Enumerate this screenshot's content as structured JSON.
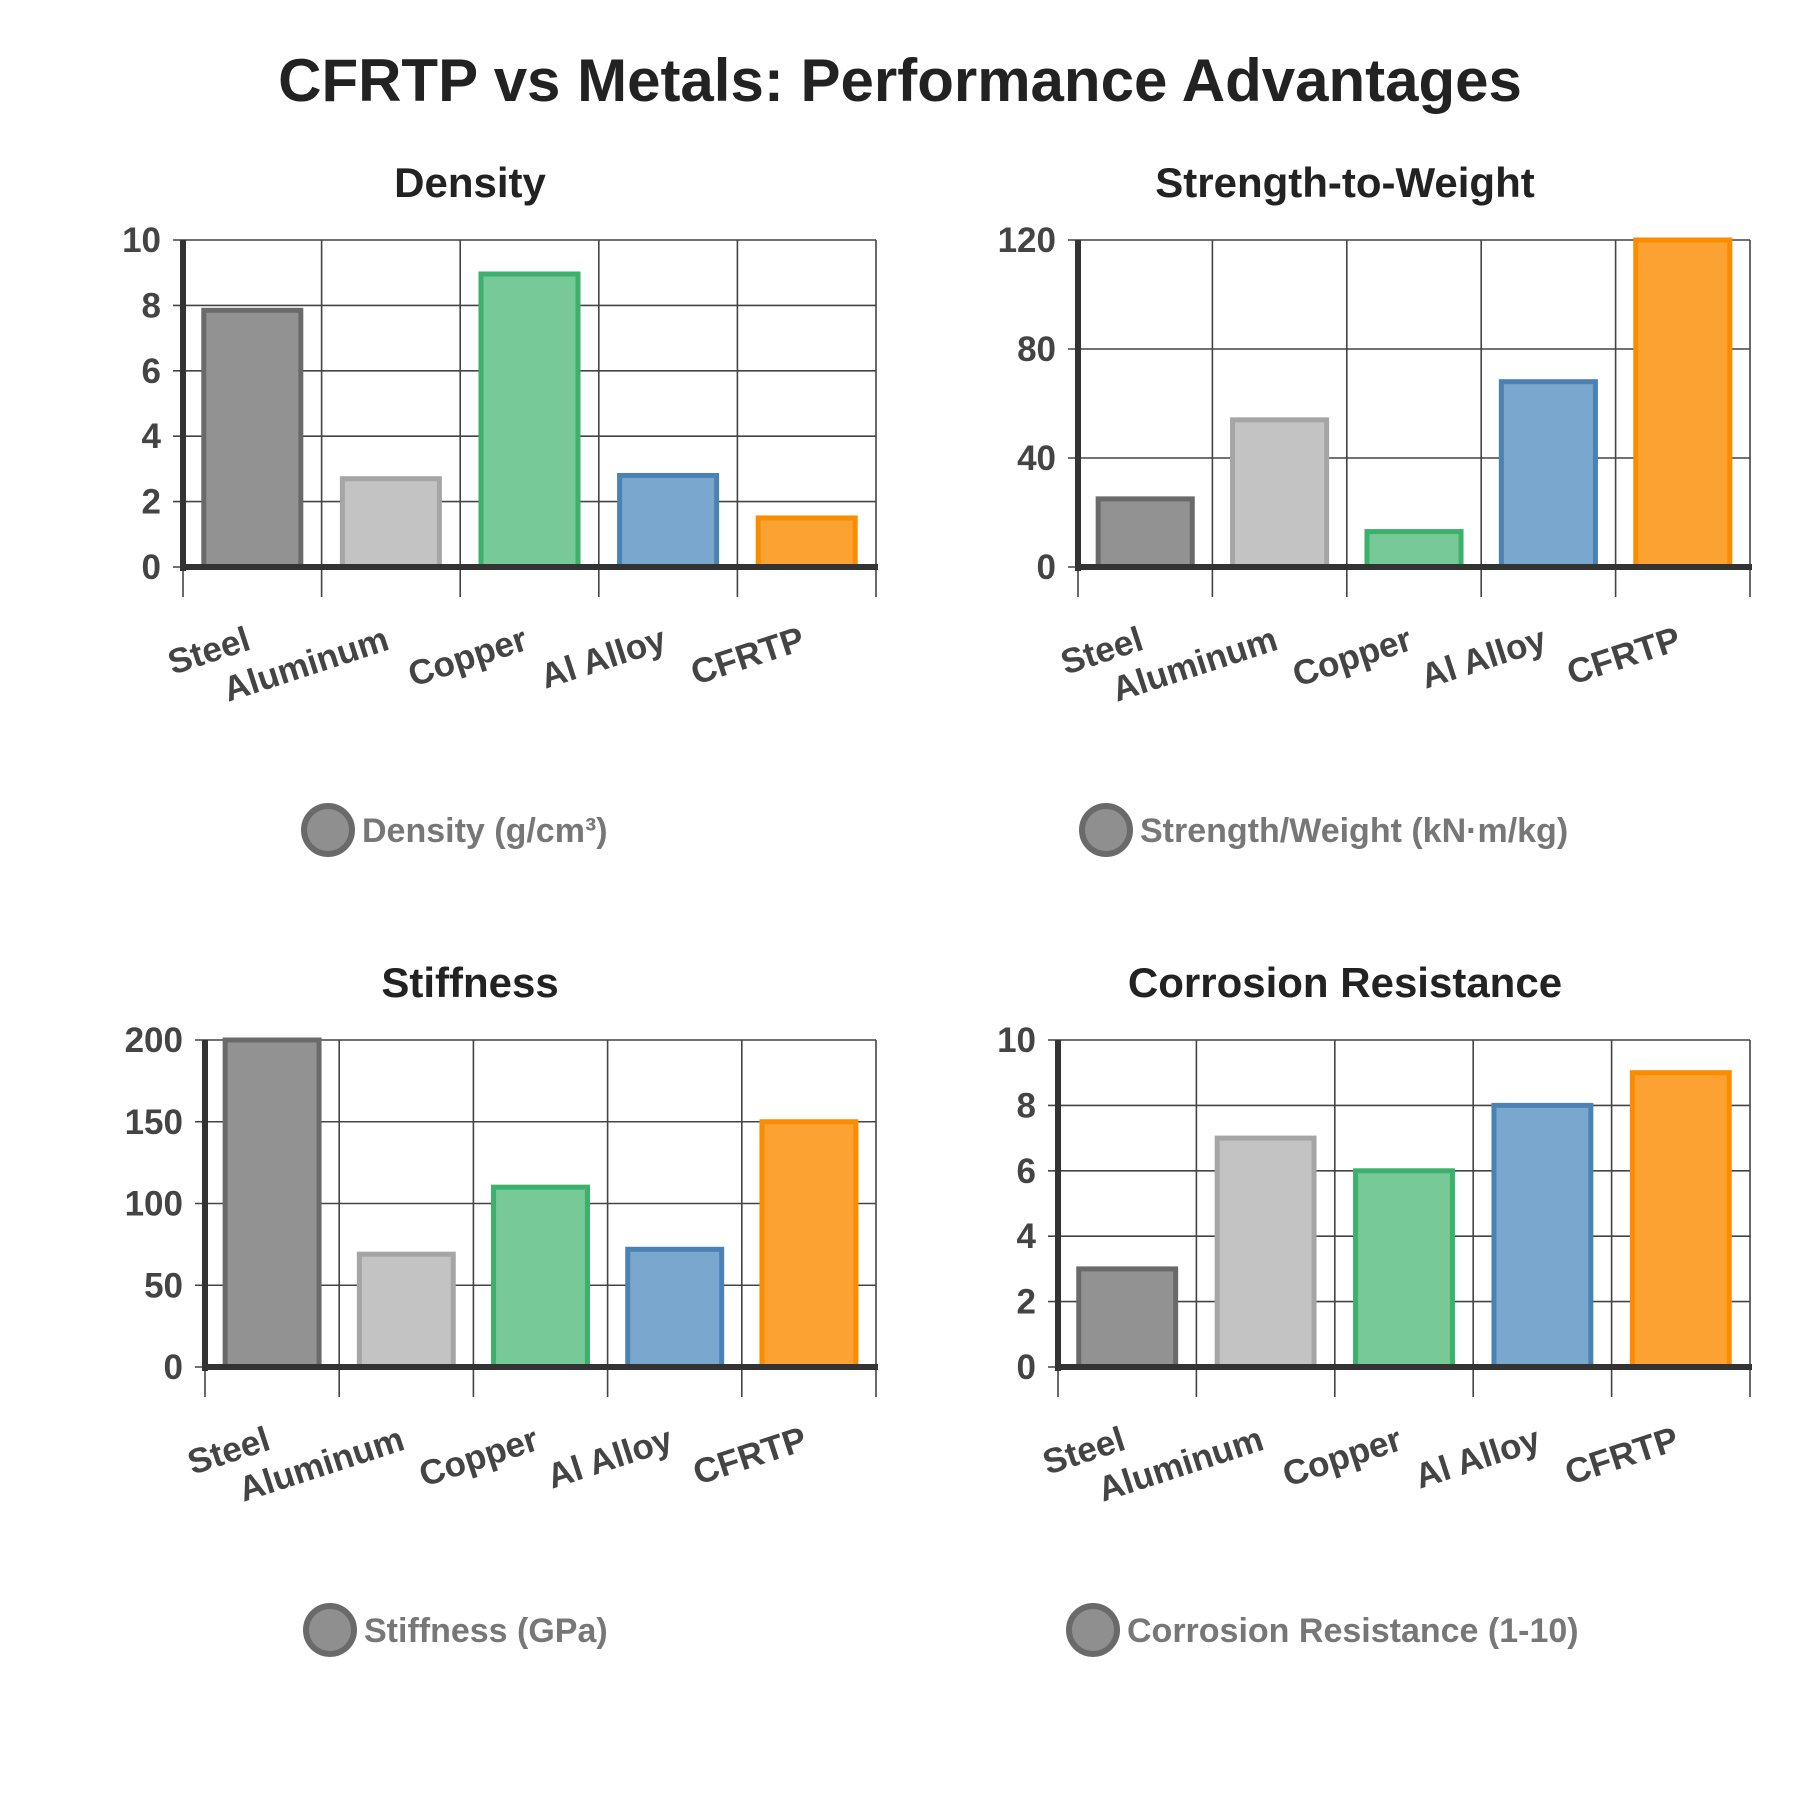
{
  "title": "CFRTP vs Metals: Performance Advantages",
  "colors": {
    "fills": [
      "#929292",
      "#c3c3c3",
      "#77c997",
      "#7aa7cd",
      "#fba232"
    ],
    "strokes": [
      "#6a6a6a",
      "#a5a5a5",
      "#3bb16c",
      "#4a82b4",
      "#fb8c00"
    ],
    "legend_swatch": "#8f8f8f",
    "legend_swatch_stroke": "#6a6a6a"
  },
  "chart_data": [
    {
      "type": "bar",
      "title": "Density",
      "categories": [
        "Steel",
        "Aluminum",
        "Copper",
        "Al Alloy",
        "CFRTP"
      ],
      "series": [
        {
          "name": "Density (g/cm³)",
          "values": [
            7.85,
            2.7,
            8.96,
            2.8,
            1.5
          ]
        }
      ],
      "ylim": [
        0,
        10
      ],
      "yticks": [
        0,
        2,
        4,
        6,
        8,
        10
      ],
      "grid": true,
      "legend": "bottom"
    },
    {
      "type": "bar",
      "title": "Strength-to-Weight",
      "categories": [
        "Steel",
        "Aluminum",
        "Copper",
        "Al Alloy",
        "CFRTP"
      ],
      "series": [
        {
          "name": "Strength/Weight (kN·m/kg)",
          "values": [
            25,
            54,
            13,
            68,
            120
          ]
        }
      ],
      "ylim": [
        0,
        120
      ],
      "yticks": [
        0,
        40,
        80,
        120
      ],
      "grid": true,
      "legend": "bottom"
    },
    {
      "type": "bar",
      "title": "Stiffness",
      "categories": [
        "Steel",
        "Aluminum",
        "Copper",
        "Al Alloy",
        "CFRTP"
      ],
      "series": [
        {
          "name": "Stiffness (GPa)",
          "values": [
            200,
            69,
            110,
            72,
            150
          ]
        }
      ],
      "ylim": [
        0,
        200
      ],
      "yticks": [
        0,
        50,
        100,
        150,
        200
      ],
      "grid": true,
      "legend": "bottom"
    },
    {
      "type": "bar",
      "title": "Corrosion Resistance",
      "categories": [
        "Steel",
        "Aluminum",
        "Copper",
        "Al Alloy",
        "CFRTP"
      ],
      "series": [
        {
          "name": "Corrosion Resistance (1-10)",
          "values": [
            3,
            7,
            6,
            8,
            9
          ]
        }
      ],
      "ylim": [
        0,
        10
      ],
      "yticks": [
        0,
        2,
        4,
        6,
        8,
        10
      ],
      "grid": true,
      "legend": "bottom"
    }
  ]
}
